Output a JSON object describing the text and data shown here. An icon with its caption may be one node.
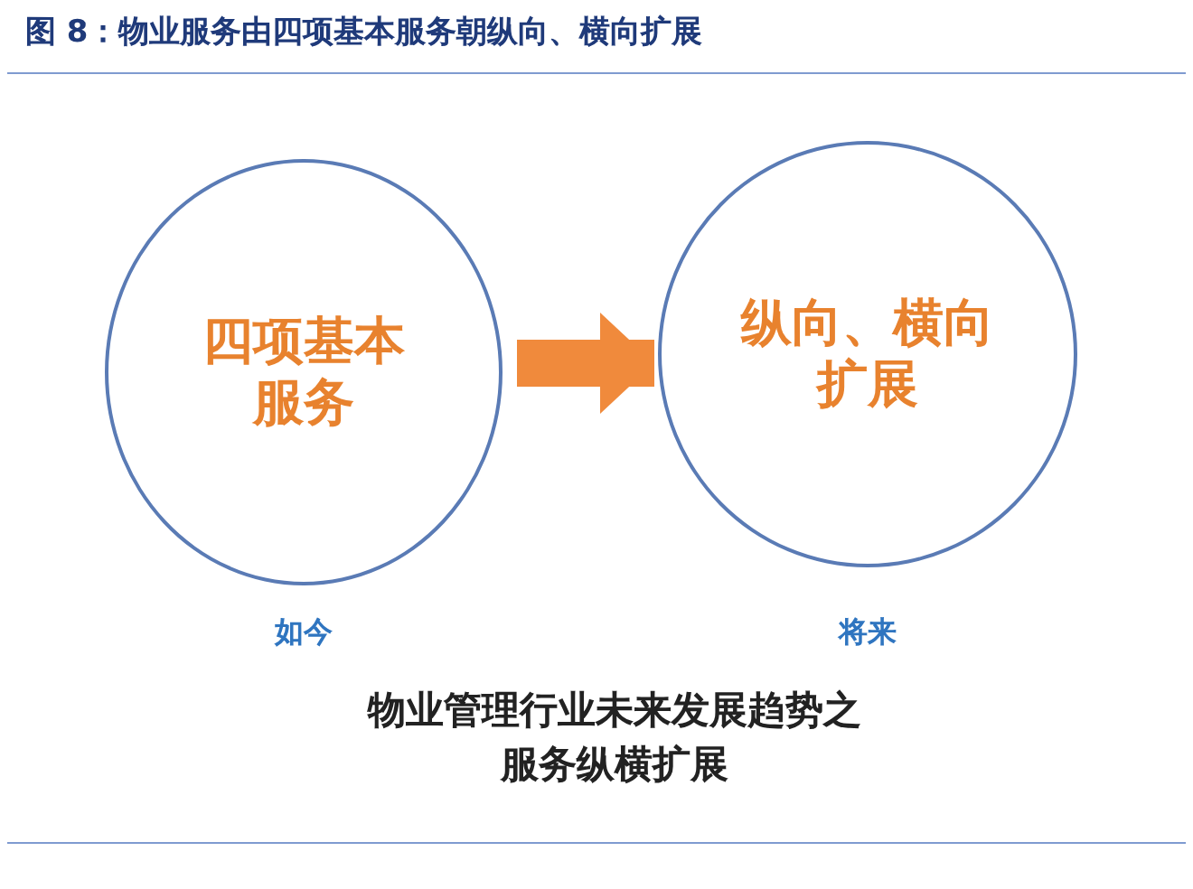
{
  "diagram": {
    "title": "图 8：物业服务由四项基本服务朝纵向、横向扩展",
    "nodes": [
      {
        "text": [
          "四项基本服务"
        ],
        "beside": [
          "如今"
        ]
      },
      {
        "text": [
          "纵向、横向扩展"
        ],
        "beside": [
          "将来"
        ]
      }
    ],
    "edges": [
      {
        "from": 0,
        "to": 1,
        "arrow": "to"
      }
    ],
    "caption": "物业管理行业未来发展趋势之服务纵横扩展"
  }
}
